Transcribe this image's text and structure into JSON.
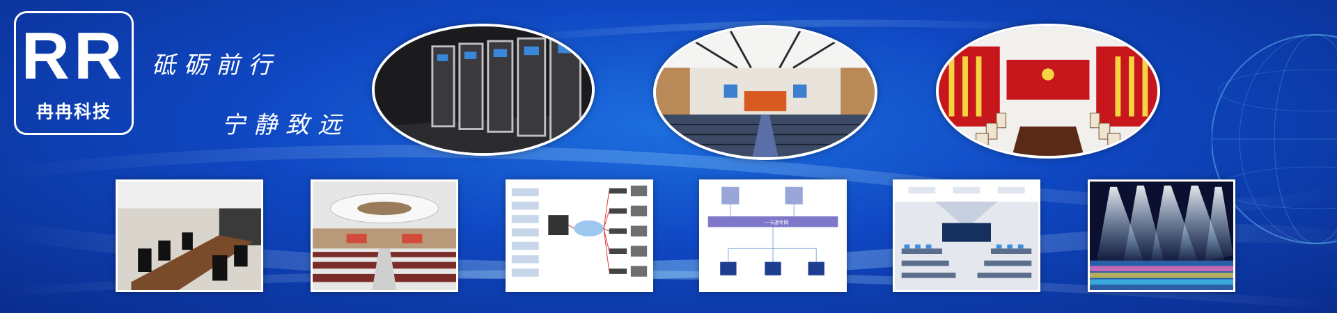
{
  "logo": {
    "mark": "RR",
    "name": "冉冉科技"
  },
  "slogans": [
    "砥砺前行",
    "宁静致远"
  ],
  "diagram": {
    "bar_label": "一卡通专网"
  },
  "colors": {
    "background": "#0f47c2",
    "accent": "#1d6fe0",
    "frame": "#ffffff",
    "party_red": "#c8161d"
  }
}
